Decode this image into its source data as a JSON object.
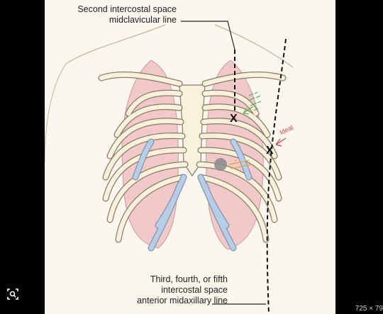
{
  "labels": {
    "top_line1": "Second intercostal space",
    "top_line2": "midclavicular line",
    "bottom_line1": "Third, fourth, or fifth",
    "bottom_line2": "intercostal space",
    "bottom_line3": "anterior midaxillary line"
  },
  "markers": {
    "upper": "X",
    "lower": "X"
  },
  "annotations": {
    "ideal": "Ideal"
  },
  "overlay": {
    "dimensions": "725 × 79"
  },
  "icons": {
    "lens": "image-search-icon"
  },
  "colors": {
    "skin": "#fbf6ee",
    "lung": "#f2c9c9",
    "bone": "#faf1dd",
    "cartilage": "#b8cde6",
    "outline": "#8a7a66",
    "red_note": "#d94040",
    "green_note": "#45b34a",
    "orange_note": "#e8a21c",
    "dot": "#8a8a8a"
  }
}
